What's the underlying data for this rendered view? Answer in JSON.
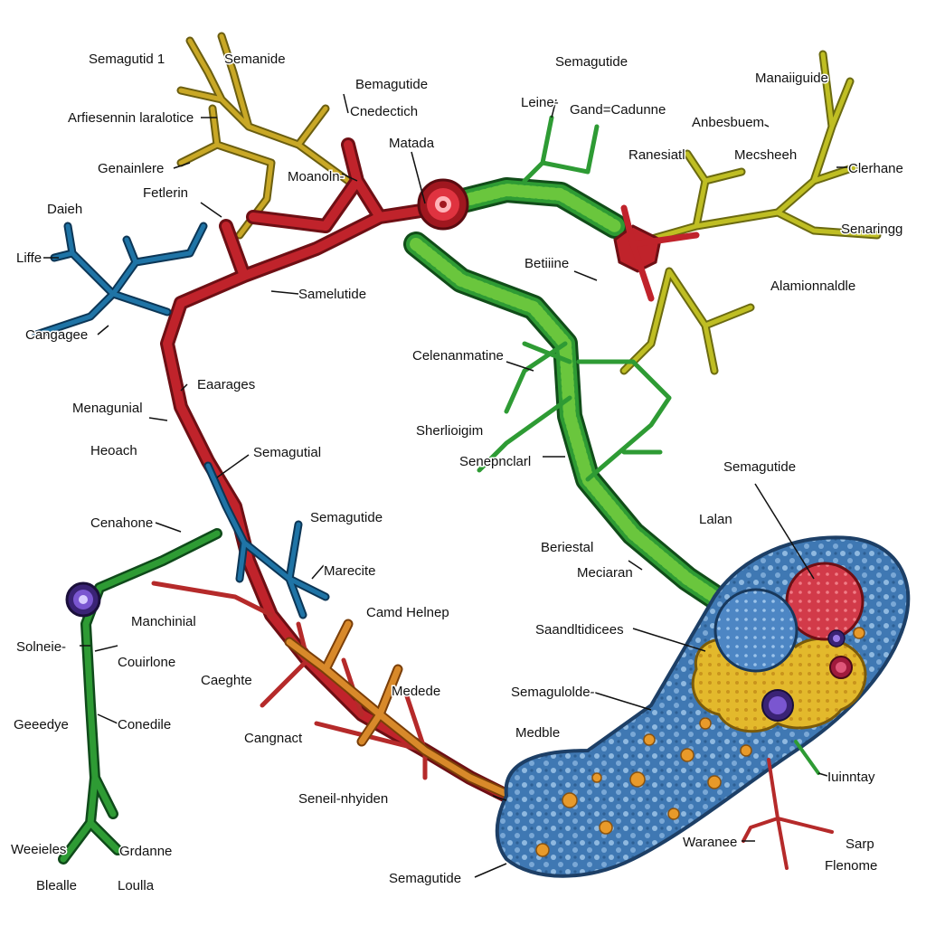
{
  "colors": {
    "red": "#c0232b",
    "green": "#2e9b34",
    "green_light": "#6ac63d",
    "blue": "#1f74a6",
    "olive": "#b3b21e",
    "orange": "#c9741a",
    "cell_blue": "#3f78b3",
    "yellow": "#e3b92c",
    "purple": "#5b2fa8",
    "leader": "#111111"
  },
  "labels": {
    "l01": "Semagutid 1",
    "l02": "Semanide",
    "l03": "Arfiesennin laralotice",
    "l04": "Bemagutide",
    "l05": "Cnedectich",
    "l06": "Genainlere",
    "l07": "Matada",
    "l08": "Moanoln-",
    "l09": "Fetlerin",
    "l10": "Daieh",
    "l11": "Liffe",
    "l12": "Cangagee",
    "l13": "Samelutide",
    "l14": "Eaarages",
    "l15": "Menagunial",
    "l16": "Heoach",
    "l17": "Semagutial",
    "l18": "Semagutide",
    "l19": "Cenahone",
    "l20": "Marecite",
    "l21": "Manchinial",
    "l22": "Solneie-",
    "l23": "Couirlone",
    "l24": "Caeghte",
    "l25": "Geeedye",
    "l26": "Conedile",
    "l27": "Cangnact",
    "l28": "Weeieles",
    "l29": "Grdanne",
    "l30": "Blealle",
    "l31": "Loulla",
    "l32": "Semagutide",
    "l33": "Leine-",
    "l34": "Gand=Cadunne",
    "l35": "Manaiiguide",
    "l36": "Anbesbuem",
    "l37": "Ranesiatl",
    "l38": "Mecsheeh",
    "l39": "Clerhane",
    "l40": "Senaringg",
    "l41": "Betiiine",
    "l42": "Alamionnaldle",
    "l43": "Celenanmatine",
    "l44": "Sherlioigim",
    "l45": "Senepnclarl",
    "l46": "Semagutide",
    "l47": "Lalan",
    "l48": "Beriestal",
    "l49": "Meciaran",
    "l50": "Camd Helnep",
    "l51": "Saandltidicees",
    "l52": "Semagulolde-",
    "l53": "Medede",
    "l54": "Medble",
    "l55": "Seneil-nhyiden",
    "l56": "Semagutide",
    "l57": "Iuinntay",
    "l58": "Waranee",
    "l59": "Sarp",
    "l60": "Flenome"
  }
}
